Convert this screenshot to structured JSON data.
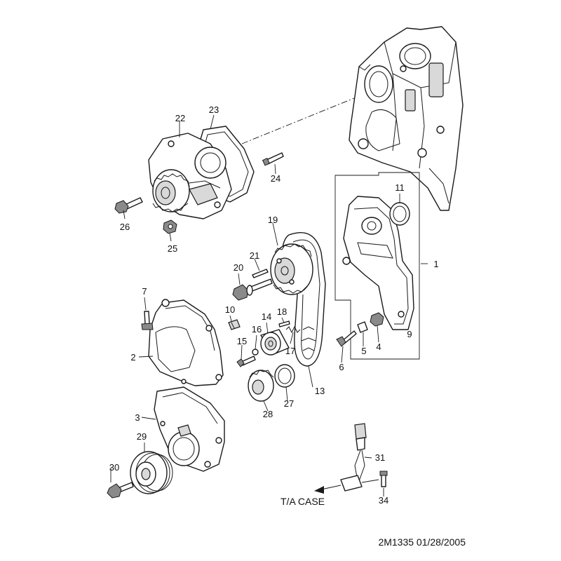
{
  "callouts": [
    {
      "n": "1"
    },
    {
      "n": "2"
    },
    {
      "n": "3"
    },
    {
      "n": "4"
    },
    {
      "n": "5"
    },
    {
      "n": "6"
    },
    {
      "n": "7"
    },
    {
      "n": "9"
    },
    {
      "n": "10"
    },
    {
      "n": "11"
    },
    {
      "n": "13"
    },
    {
      "n": "14"
    },
    {
      "n": "15"
    },
    {
      "n": "16"
    },
    {
      "n": "17"
    },
    {
      "n": "18"
    },
    {
      "n": "19"
    },
    {
      "n": "20"
    },
    {
      "n": "21"
    },
    {
      "n": "22"
    },
    {
      "n": "23"
    },
    {
      "n": "24"
    },
    {
      "n": "25"
    },
    {
      "n": "26"
    },
    {
      "n": "27"
    },
    {
      "n": "28"
    },
    {
      "n": "29"
    },
    {
      "n": "30"
    },
    {
      "n": "31"
    },
    {
      "n": "34"
    }
  ],
  "ta_case_label": "T/A CASE",
  "footer": "2M1335  01/28/2005"
}
